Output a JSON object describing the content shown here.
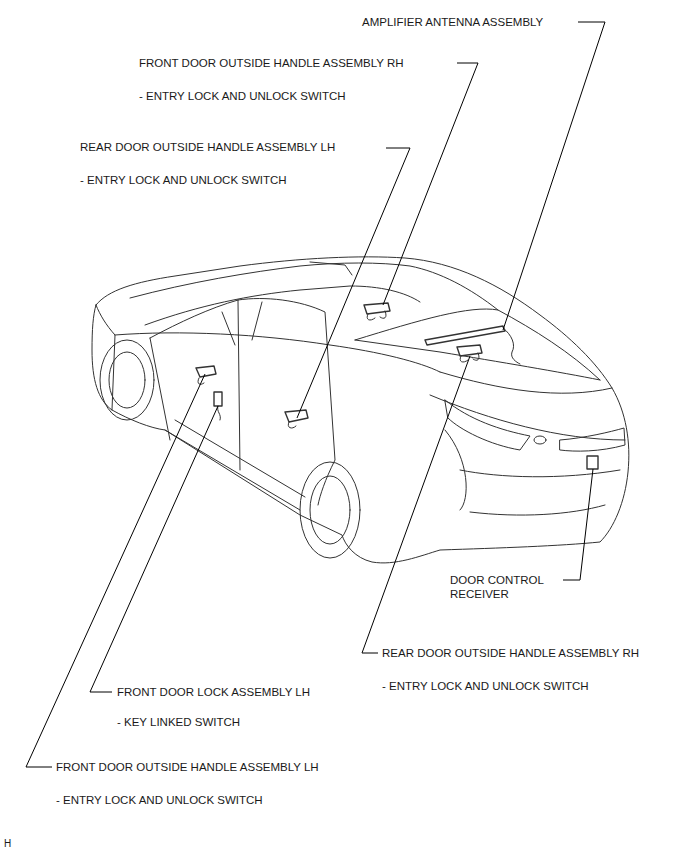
{
  "diagram": {
    "labels": [
      "AMPLIFIER ANTENNA ASSEMBLY",
      "FRONT DOOR OUTSIDE HANDLE ASSEMBLY RH",
      "- ENTRY LOCK AND UNLOCK SWITCH",
      "REAR DOOR OUTSIDE HANDLE ASSEMBLY LH",
      "- ENTRY LOCK AND UNLOCK SWITCH",
      "DOOR CONTROL RECEIVER",
      "REAR DOOR OUTSIDE HANDLE ASSEMBLY RH",
      "- ENTRY LOCK AND UNLOCK SWITCH",
      "FRONT DOOR LOCK ASSEMBLY LH",
      "- KEY LINKED SWITCH",
      "FRONT DOOR OUTSIDE HANDLE ASSEMBLY LH",
      "- ENTRY LOCK AND UNLOCK SWITCH",
      "H"
    ]
  }
}
